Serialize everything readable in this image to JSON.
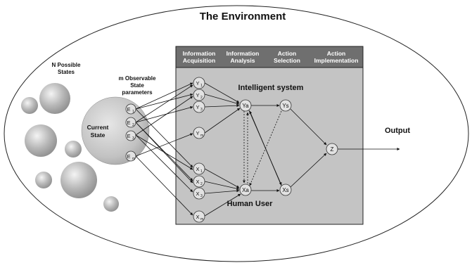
{
  "environment": {
    "title": "The Environment"
  },
  "states": {
    "label_line1": "N Possible",
    "label_line2": "States"
  },
  "observable": {
    "line1": "m Observable",
    "line2": "State",
    "line3": "parameters"
  },
  "current_state": {
    "line1": "Current",
    "line2": "State"
  },
  "e_nodes": [
    {
      "base": "E",
      "sub": "1"
    },
    {
      "base": "E",
      "sub": "2"
    },
    {
      "base": "E",
      "sub": "3"
    },
    {
      "base": "E",
      "sub": "m"
    }
  ],
  "stages": [
    {
      "line1": "Information",
      "line2": "Acquisition"
    },
    {
      "line1": "Information",
      "line2": "Analysis"
    },
    {
      "line1": "Action",
      "line2": "Selection"
    },
    {
      "line1": "Action",
      "line2": "Implementation"
    }
  ],
  "intelligent_system": {
    "label": "Intelligent system"
  },
  "human_user": {
    "label": "Human User"
  },
  "y_nodes": [
    {
      "base": "Y",
      "sub": "1"
    },
    {
      "base": "Y",
      "sub": "2"
    },
    {
      "base": "Y",
      "sub": "3"
    },
    {
      "base": "Y",
      "sub": "m"
    }
  ],
  "x_nodes": [
    {
      "base": "X",
      "sub": "1"
    },
    {
      "base": "X",
      "sub": "2"
    },
    {
      "base": "X",
      "sub": "3"
    },
    {
      "base": "X",
      "sub": "m"
    }
  ],
  "analysis_nodes": {
    "ya": "Ya",
    "xa": "Xa"
  },
  "selection_nodes": {
    "ys": "Ys",
    "xs": "Xs"
  },
  "implementation_node": {
    "z": "Z"
  },
  "output": {
    "label": "Output"
  },
  "colors": {
    "panel": "#c4c4c4",
    "header": "#6f6f6f",
    "node": "#e2e2e2",
    "sphere": "#a8a8a8"
  }
}
